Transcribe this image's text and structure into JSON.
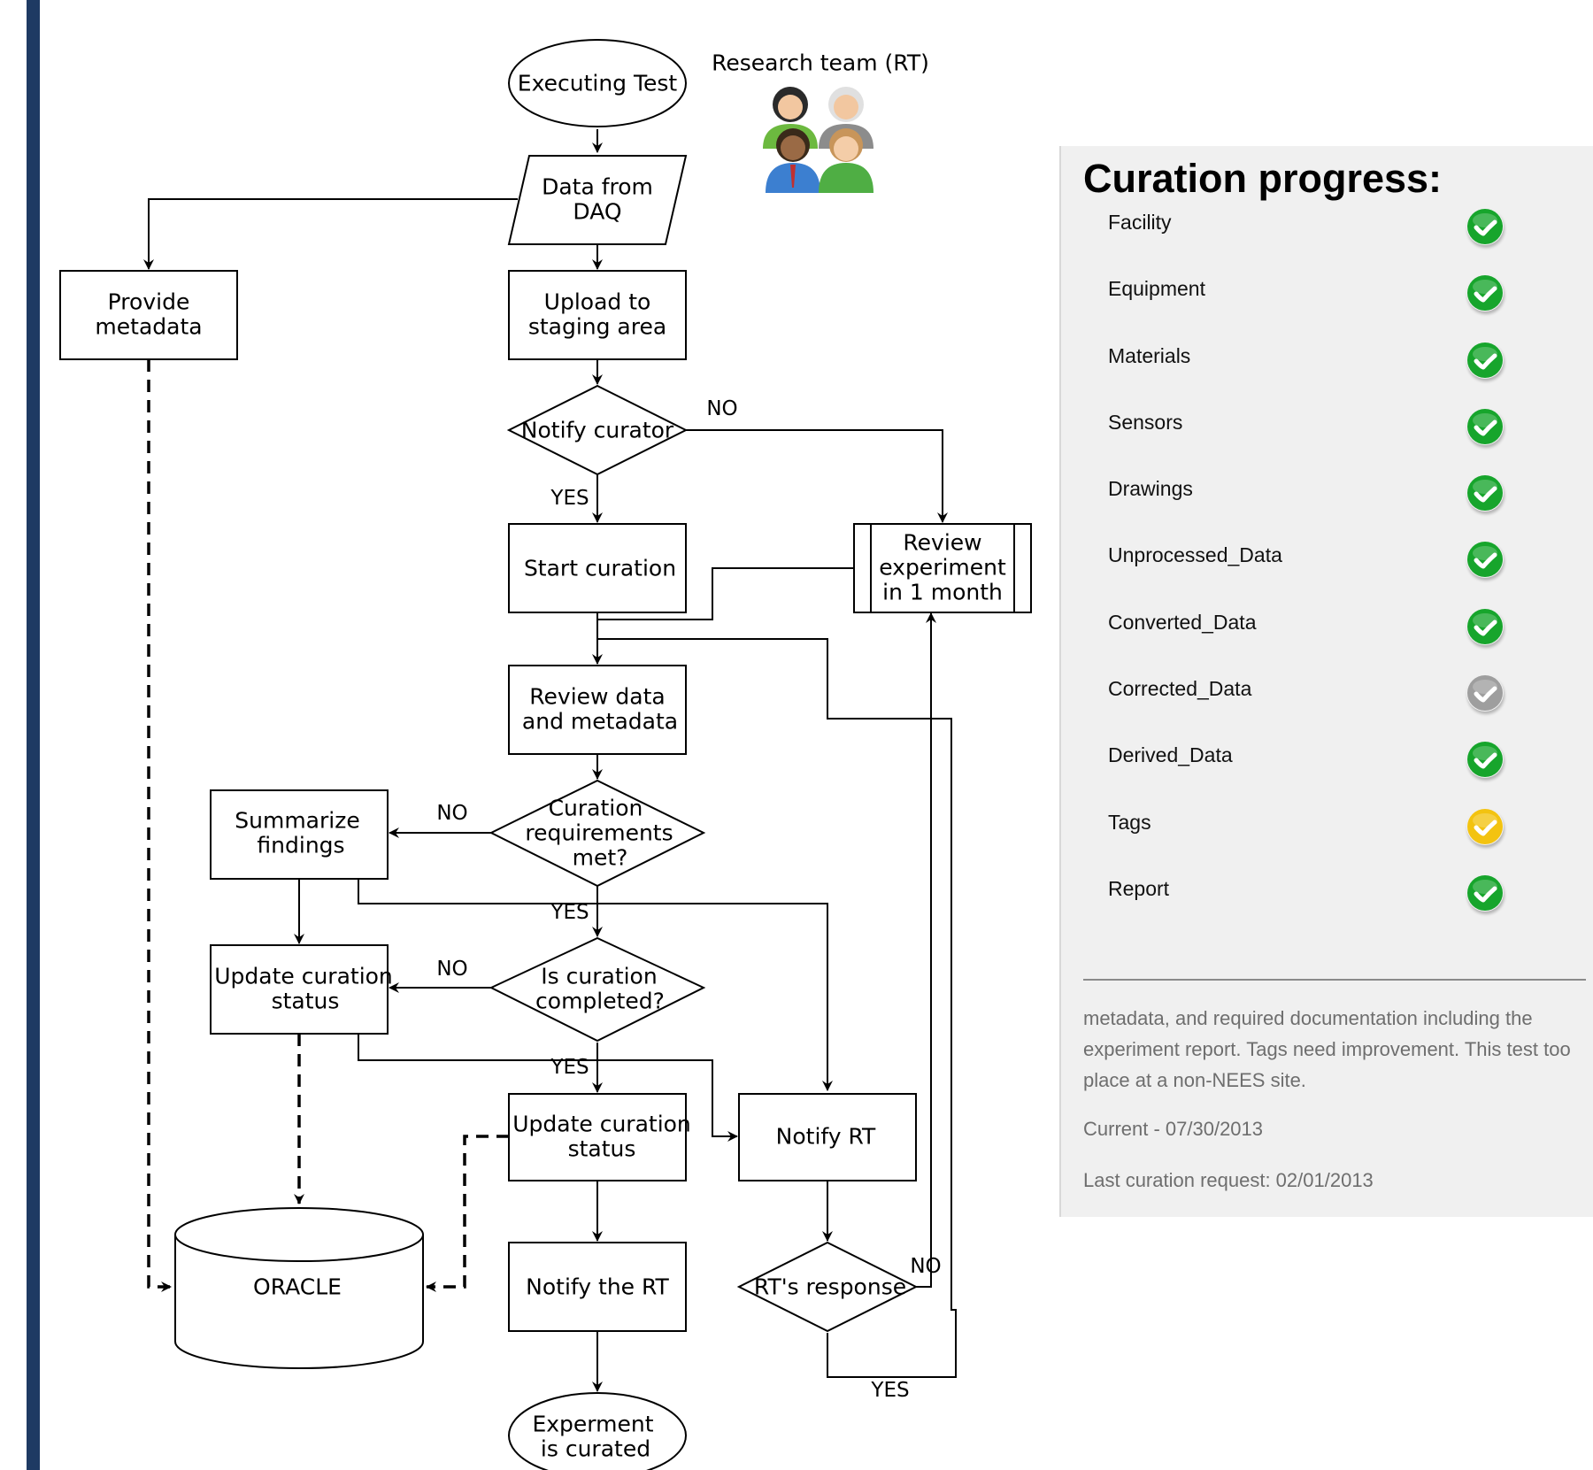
{
  "flowchart": {
    "research_team_label": "Research team (RT)",
    "nodes": {
      "executing_test": "Executing Test",
      "data_from_daq": [
        "Data from",
        "DAQ"
      ],
      "provide_metadata": [
        "Provide",
        "metadata"
      ],
      "upload_staging": [
        "Upload to",
        "staging area"
      ],
      "notify_curator": "Notify curator",
      "start_curation": "Start curation",
      "review_experiment": [
        "Review",
        "experiment",
        "in 1 month"
      ],
      "review_data": [
        "Review data",
        "and metadata"
      ],
      "curation_requirements": [
        "Curation",
        "requirements",
        "met?"
      ],
      "summarize_findings": [
        "Summarize",
        "findings"
      ],
      "update_status_left": [
        "Update curation",
        "status"
      ],
      "is_curation_completed": [
        "Is curation",
        "completed?"
      ],
      "update_status_center": [
        "Update curation",
        "status"
      ],
      "notify_rt": "Notify RT",
      "oracle": "ORACLE",
      "notify_the_rt": "Notify the RT",
      "rt_response": "RT's response",
      "experiment_curated": [
        "Experment",
        "is curated"
      ]
    },
    "edge_labels": {
      "yes": "YES",
      "no": "NO"
    }
  },
  "curation_panel": {
    "title": "Curation progress:",
    "items": [
      {
        "label": "Facility",
        "status": "complete"
      },
      {
        "label": "Equipment",
        "status": "complete"
      },
      {
        "label": "Materials",
        "status": "complete"
      },
      {
        "label": "Sensors",
        "status": "complete"
      },
      {
        "label": "Drawings",
        "status": "complete"
      },
      {
        "label": "Unprocessed_Data",
        "status": "complete"
      },
      {
        "label": "Converted_Data",
        "status": "complete"
      },
      {
        "label": "Corrected_Data",
        "status": "not-applicable"
      },
      {
        "label": "Derived_Data",
        "status": "complete"
      },
      {
        "label": "Tags",
        "status": "needs-improvement"
      },
      {
        "label": "Report",
        "status": "complete"
      }
    ],
    "status_colors": {
      "complete": "#17a52c",
      "not-applicable": "#9e9e9e",
      "needs-improvement": "#f3c310"
    },
    "summary": "metadata, and required documentation including the experiment report. Tags need improvement. This test too place at a non-NEES site.",
    "current": "Current - 07/30/2013",
    "last_request": "Last curation request: 02/01/2013"
  },
  "colors": {
    "sidebar": "#1e3a63",
    "panel_background": "#f0f0f0"
  }
}
